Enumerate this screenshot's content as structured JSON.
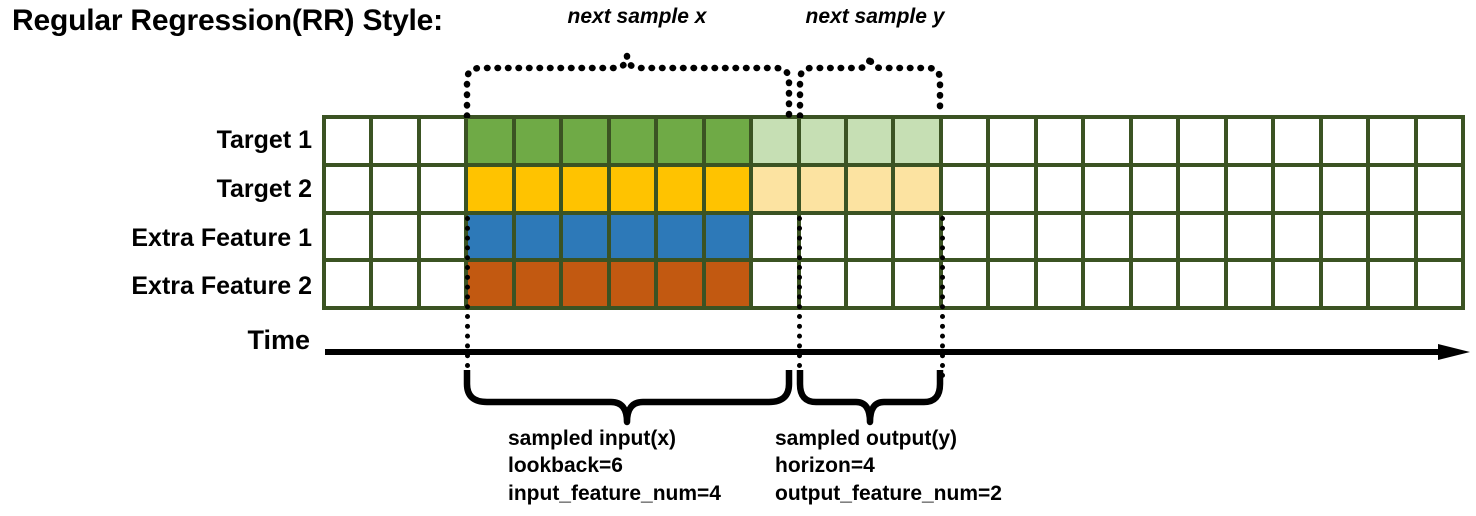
{
  "title": "Regular Regression(RR) Style:",
  "rows": [
    {
      "label": "Target 1",
      "color": "#6FAA46",
      "faded": "#C6DFB4"
    },
    {
      "label": "Target 2",
      "color": "#FFC300",
      "faded": "#FCE3A1"
    },
    {
      "label": "Extra Feature 1",
      "color": "#2D79B8",
      "faded": null
    },
    {
      "label": "Extra Feature 2",
      "color": "#C25911",
      "faded": null
    }
  ],
  "grid": {
    "columns": 24,
    "rows": 4,
    "lead_blank_columns": 3,
    "input_columns": 6,
    "output_columns": 4,
    "trail_blank_columns": 11,
    "line_color": "#3B5323",
    "empty_cell_color": "#FFFFFF"
  },
  "axis": {
    "label": "Time"
  },
  "top_annotations": [
    {
      "name": "next-sample-x",
      "label": "next sample x"
    },
    {
      "name": "next-sample-y",
      "label": "next sample y"
    }
  ],
  "bottom_annotations": [
    {
      "name": "sampled-input",
      "lines": [
        "sampled input(x)",
        "lookback=6",
        "input_feature_num=4"
      ]
    },
    {
      "name": "sampled-output",
      "lines": [
        "sampled output(y)",
        "horizon=4",
        "output_feature_num=2"
      ]
    }
  ],
  "chart_data": {
    "type": "heatmap",
    "title": "Regular Regression(RR) Style:",
    "xlabel": "Time",
    "ylabel": "",
    "categories": [
      "Target 1",
      "Target 2",
      "Extra Feature 1",
      "Extra Feature 2"
    ],
    "grid": true,
    "legend_position": "none",
    "annotations": [
      "next sample x",
      "next sample y",
      "sampled input(x) lookback=6 input_feature_num=4",
      "sampled output(y) horizon=4 output_feature_num=2"
    ],
    "series": [
      {
        "name": "Target 1",
        "values": [
          0,
          0,
          0,
          1,
          1,
          1,
          1,
          1,
          1,
          0.4,
          0.4,
          0.4,
          0.4,
          0,
          0,
          0,
          0,
          0,
          0,
          0,
          0,
          0,
          0,
          0
        ]
      },
      {
        "name": "Target 2",
        "values": [
          0,
          0,
          0,
          1,
          1,
          1,
          1,
          1,
          1,
          0.4,
          0.4,
          0.4,
          0.4,
          0,
          0,
          0,
          0,
          0,
          0,
          0,
          0,
          0,
          0,
          0
        ]
      },
      {
        "name": "Extra Feature 1",
        "values": [
          0,
          0,
          0,
          1,
          1,
          1,
          1,
          1,
          1,
          0,
          0,
          0,
          0,
          0,
          0,
          0,
          0,
          0,
          0,
          0,
          0,
          0,
          0,
          0
        ]
      },
      {
        "name": "Extra Feature 2",
        "values": [
          0,
          0,
          0,
          1,
          1,
          1,
          1,
          1,
          1,
          0,
          0,
          0,
          0,
          0,
          0,
          0,
          0,
          0,
          0,
          0,
          0,
          0,
          0,
          0
        ]
      }
    ]
  }
}
